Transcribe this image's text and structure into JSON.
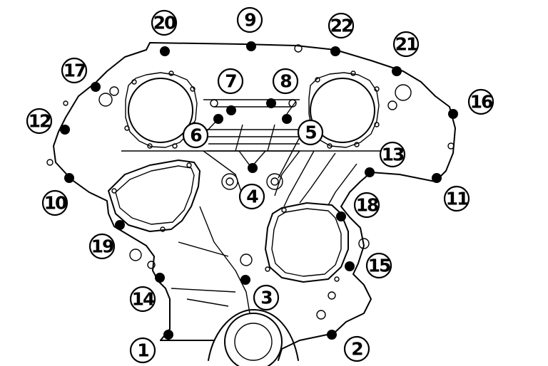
{
  "diagram": {
    "callouts": [
      {
        "key": "c1",
        "label": "1"
      },
      {
        "key": "c2",
        "label": "2"
      },
      {
        "key": "c3",
        "label": "3"
      },
      {
        "key": "c4",
        "label": "4"
      },
      {
        "key": "c5",
        "label": "5"
      },
      {
        "key": "c6",
        "label": "6"
      },
      {
        "key": "c7",
        "label": "7"
      },
      {
        "key": "c8",
        "label": "8"
      },
      {
        "key": "c9",
        "label": "9"
      },
      {
        "key": "c10",
        "label": "10"
      },
      {
        "key": "c11",
        "label": "11"
      },
      {
        "key": "c12",
        "label": "12"
      },
      {
        "key": "c13",
        "label": "13"
      },
      {
        "key": "c14",
        "label": "14"
      },
      {
        "key": "c15",
        "label": "15"
      },
      {
        "key": "c16",
        "label": "16"
      },
      {
        "key": "c17",
        "label": "17"
      },
      {
        "key": "c18",
        "label": "18"
      },
      {
        "key": "c19",
        "label": "19"
      },
      {
        "key": "c20",
        "label": "20"
      },
      {
        "key": "c21",
        "label": "21"
      },
      {
        "key": "c22",
        "label": "22"
      }
    ]
  }
}
